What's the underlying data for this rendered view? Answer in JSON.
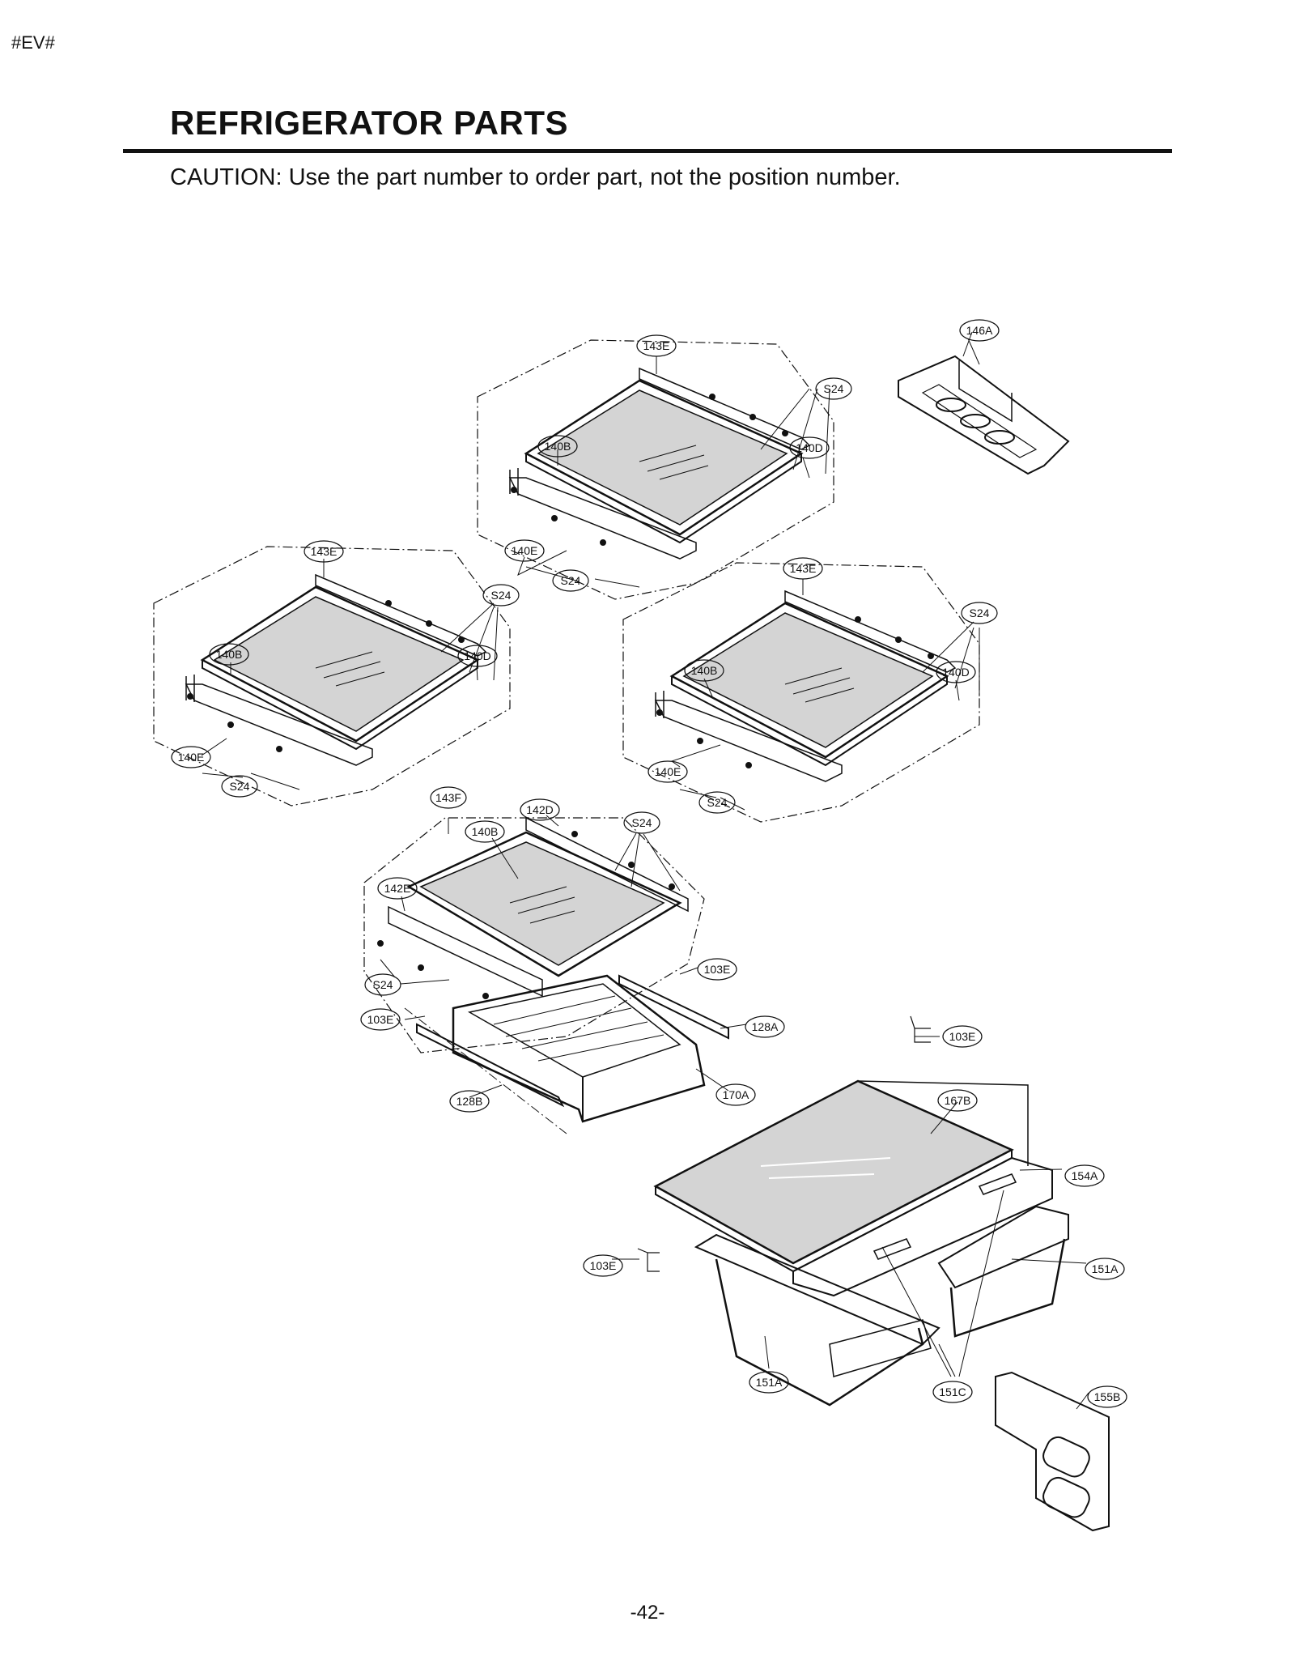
{
  "header": {
    "doc_code": "#EV#"
  },
  "title": "REFRIGERATOR PARTS",
  "caution": "CAUTION: Use the part number to order part, not the position number.",
  "page_number": "-42-",
  "callouts": {
    "top_143e": "143E",
    "top_s24": "S24",
    "top_140b": "140B",
    "top_140d": "140D",
    "top_140e": "140E",
    "top_s24_low": "S24",
    "left_143e": "143E",
    "left_s24": "S24",
    "left_140b": "140B",
    "left_140d": "140D",
    "left_140e": "140E",
    "left_s24_low": "S24",
    "right_143e": "143E",
    "right_s24": "S24",
    "right_140b": "140B",
    "right_140d": "140D",
    "right_140e": "140E",
    "right_s24_low": "S24",
    "p146a": "146A",
    "p143f": "143F",
    "p142d": "142D",
    "p140b_mid": "140B",
    "p142e": "142E",
    "s24_mid_top": "S24",
    "s24_mid_low": "S24",
    "p103e_a": "103E",
    "p103e_b": "103E",
    "p128a": "128A",
    "p128b": "128B",
    "p170a": "170A",
    "p103e_c": "103E",
    "p167b": "167B",
    "p154a": "154A",
    "p103e_d": "103E",
    "p151a_right": "151A",
    "p151a_left": "151A",
    "p151c": "151C",
    "p155b": "155B"
  }
}
